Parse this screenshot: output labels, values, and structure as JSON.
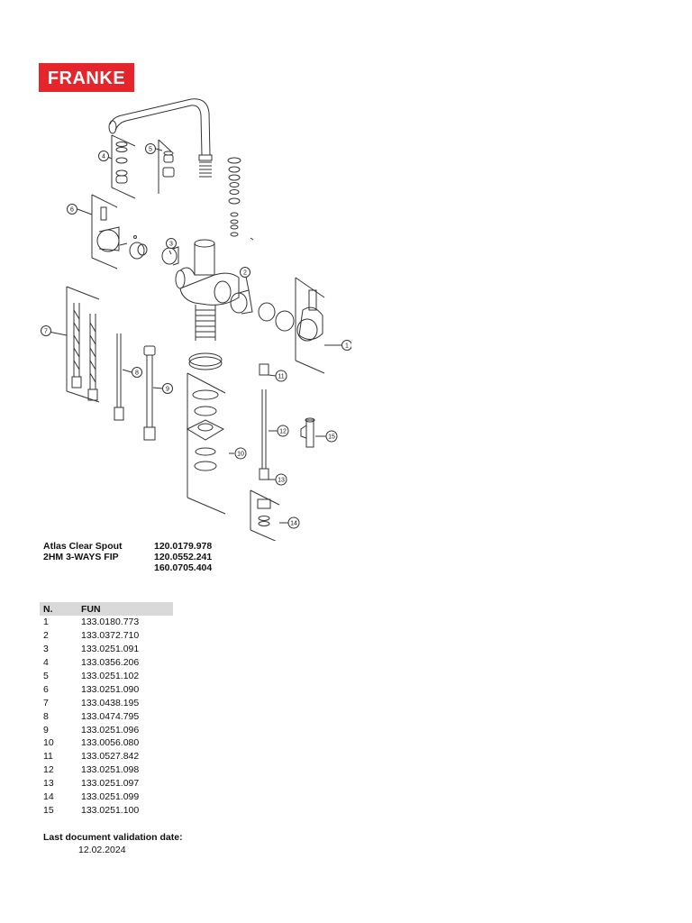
{
  "brand": {
    "logo_text": "FRANKE",
    "color": "#e5242b"
  },
  "product": {
    "lines": [
      "Atlas Clear Spout",
      "2HM 3-WAYS FIP"
    ],
    "codes": [
      "120.0179.978",
      "120.0552.241",
      "160.0705.404"
    ]
  },
  "parts_table": {
    "headers": [
      "N.",
      "FUN"
    ],
    "rows": [
      [
        "1",
        "133.0180.773"
      ],
      [
        "2",
        "133.0372.710"
      ],
      [
        "3",
        "133.0251.091"
      ],
      [
        "4",
        "133.0356.206"
      ],
      [
        "5",
        "133.0251.102"
      ],
      [
        "6",
        "133.0251.090"
      ],
      [
        "7",
        "133.0438.195"
      ],
      [
        "8",
        "133.0474.795"
      ],
      [
        "9",
        "133.0251.096"
      ],
      [
        "10",
        "133.0056.080"
      ],
      [
        "11",
        "133.0527.842"
      ],
      [
        "12",
        "133.0251.098"
      ],
      [
        "13",
        "133.0251.097"
      ],
      [
        "14",
        "133.0251.099"
      ],
      [
        "15",
        "133.0251.100"
      ]
    ]
  },
  "diagram": {
    "callouts": [
      "1",
      "2",
      "3",
      "4",
      "5",
      "6",
      "7",
      "8",
      "9",
      "10",
      "11",
      "12",
      "13",
      "14",
      "15"
    ]
  },
  "validation": {
    "label": "Last document validation date:",
    "date": "12.02.2024"
  }
}
